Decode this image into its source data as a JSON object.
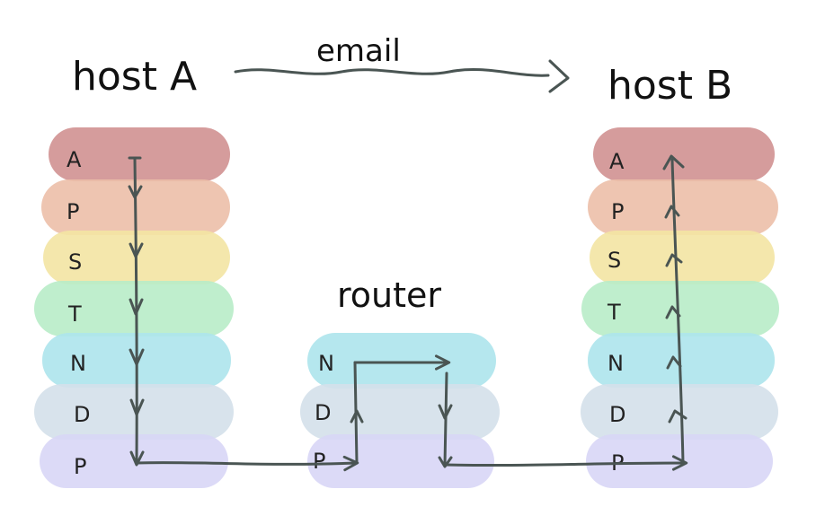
{
  "titles": {
    "host_a": "host A",
    "host_b": "host B",
    "router": "router",
    "email": "email"
  },
  "layer_colors": {
    "A": "#d59c9c",
    "P_presentation": "#ecbfa9",
    "S": "#f3e4a3",
    "T": "#b8ecc8",
    "N": "#ade4ec",
    "D": "#d4e0ea",
    "P_physical": "#d8d6f6"
  },
  "host_a_layers": [
    "A",
    "P",
    "S",
    "T",
    "N",
    "D",
    "P"
  ],
  "host_b_layers": [
    "A",
    "P",
    "S",
    "T",
    "N",
    "D",
    "P"
  ],
  "router_layers": [
    "N",
    "D",
    "P"
  ]
}
